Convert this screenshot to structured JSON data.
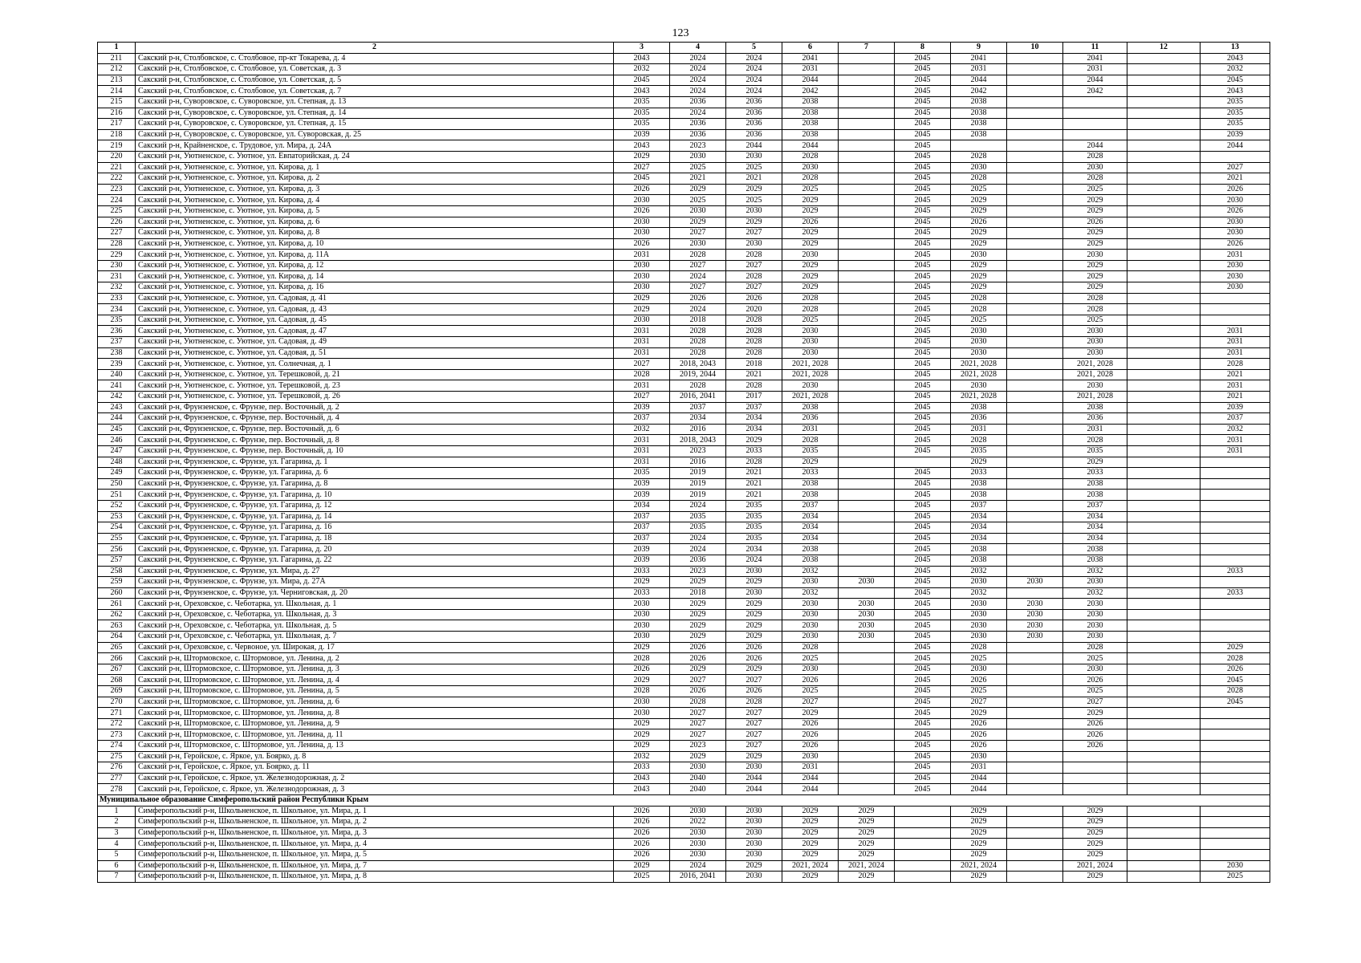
{
  "page_number": "123",
  "columns": [
    "1",
    "2",
    "3",
    "4",
    "5",
    "6",
    "7",
    "8",
    "9",
    "10",
    "11",
    "12",
    "13"
  ],
  "rows_a": [
    [
      "211",
      "Сакский р-н, Столбовское, с. Столбовое, пр-кт Токарева, д. 4",
      "2043",
      "2024",
      "2024",
      "2041",
      "",
      "2045",
      "2041",
      "",
      "2041",
      "",
      "2043"
    ],
    [
      "212",
      "Сакский р-н, Столбовское, с. Столбовое, ул. Советская, д. 3",
      "2032",
      "2024",
      "2024",
      "2031",
      "",
      "2045",
      "2031",
      "",
      "2031",
      "",
      "2032"
    ],
    [
      "213",
      "Сакский р-н, Столбовское, с. Столбовое, ул. Советская, д. 5",
      "2045",
      "2024",
      "2024",
      "2044",
      "",
      "2045",
      "2044",
      "",
      "2044",
      "",
      "2045"
    ],
    [
      "214",
      "Сакский р-н, Столбовское, с. Столбовое, ул. Советская, д. 7",
      "2043",
      "2024",
      "2024",
      "2042",
      "",
      "2045",
      "2042",
      "",
      "2042",
      "",
      "2043"
    ],
    [
      "215",
      "Сакский р-н, Суворовское, с. Суворовское, ул. Степная, д. 13",
      "2035",
      "2036",
      "2036",
      "2038",
      "",
      "2045",
      "2038",
      "",
      "",
      "",
      "2035"
    ],
    [
      "216",
      "Сакский р-н, Суворовское, с. Суворовское, ул. Степная, д. 14",
      "2035",
      "2024",
      "2036",
      "2038",
      "",
      "2045",
      "2038",
      "",
      "",
      "",
      "2035"
    ],
    [
      "217",
      "Сакский р-н, Суворовское, с. Суворовское, ул. Степная, д. 15",
      "2035",
      "2036",
      "2036",
      "2038",
      "",
      "2045",
      "2038",
      "",
      "",
      "",
      "2035"
    ],
    [
      "218",
      "Сакский р-н, Суворовское, с. Суворовское, ул. Суворовская, д. 25",
      "2039",
      "2036",
      "2036",
      "2038",
      "",
      "2045",
      "2038",
      "",
      "",
      "",
      "2039"
    ],
    [
      "219",
      "Сакский р-н, Крайненское, с. Трудовое, ул. Мира, д. 24А",
      "2043",
      "2023",
      "2044",
      "2044",
      "",
      "2045",
      "",
      "",
      "2044",
      "",
      "2044"
    ],
    [
      "220",
      "Сакский р-н, Уютненское, с. Уютное, ул. Евпаторийская, д. 24",
      "2029",
      "2030",
      "2030",
      "2028",
      "",
      "2045",
      "2028",
      "",
      "2028",
      "",
      ""
    ],
    [
      "221",
      "Сакский р-н, Уютненское, с. Уютное, ул. Кирова, д. 1",
      "2027",
      "2025",
      "2025",
      "2030",
      "",
      "2045",
      "2030",
      "",
      "2030",
      "",
      "2027"
    ],
    [
      "222",
      "Сакский р-н, Уютненское, с. Уютное, ул. Кирова, д. 2",
      "2045",
      "2021",
      "2021",
      "2028",
      "",
      "2045",
      "2028",
      "",
      "2028",
      "",
      "2021"
    ],
    [
      "223",
      "Сакский р-н, Уютненское, с. Уютное, ул. Кирова, д. 3",
      "2026",
      "2029",
      "2029",
      "2025",
      "",
      "2045",
      "2025",
      "",
      "2025",
      "",
      "2026"
    ],
    [
      "224",
      "Сакский р-н, Уютненское, с. Уютное, ул. Кирова, д. 4",
      "2030",
      "2025",
      "2025",
      "2029",
      "",
      "2045",
      "2029",
      "",
      "2029",
      "",
      "2030"
    ],
    [
      "225",
      "Сакский р-н, Уютненское, с. Уютное, ул. Кирова, д. 5",
      "2026",
      "2030",
      "2030",
      "2029",
      "",
      "2045",
      "2029",
      "",
      "2029",
      "",
      "2026"
    ],
    [
      "226",
      "Сакский р-н, Уютненское, с. Уютное, ул. Кирова, д. 6",
      "2030",
      "2029",
      "2029",
      "2026",
      "",
      "2045",
      "2026",
      "",
      "2026",
      "",
      "2030"
    ],
    [
      "227",
      "Сакский р-н, Уютненское, с. Уютное, ул. Кирова, д. 8",
      "2030",
      "2027",
      "2027",
      "2029",
      "",
      "2045",
      "2029",
      "",
      "2029",
      "",
      "2030"
    ],
    [
      "228",
      "Сакский р-н, Уютненское, с. Уютное, ул. Кирова, д. 10",
      "2026",
      "2030",
      "2030",
      "2029",
      "",
      "2045",
      "2029",
      "",
      "2029",
      "",
      "2026"
    ],
    [
      "229",
      "Сакский р-н, Уютненское, с. Уютное, ул. Кирова, д. 11А",
      "2031",
      "2028",
      "2028",
      "2030",
      "",
      "2045",
      "2030",
      "",
      "2030",
      "",
      "2031"
    ],
    [
      "230",
      "Сакский р-н, Уютненское, с. Уютное, ул. Кирова, д. 12",
      "2030",
      "2027",
      "2027",
      "2029",
      "",
      "2045",
      "2029",
      "",
      "2029",
      "",
      "2030"
    ],
    [
      "231",
      "Сакский р-н, Уютненское, с. Уютное, ул. Кирова, д. 14",
      "2030",
      "2024",
      "2028",
      "2029",
      "",
      "2045",
      "2029",
      "",
      "2029",
      "",
      "2030"
    ],
    [
      "232",
      "Сакский р-н, Уютненское, с. Уютное, ул. Кирова, д. 16",
      "2030",
      "2027",
      "2027",
      "2029",
      "",
      "2045",
      "2029",
      "",
      "2029",
      "",
      "2030"
    ],
    [
      "233",
      "Сакский р-н, Уютненское, с. Уютное, ул. Садовая, д. 41",
      "2029",
      "2026",
      "2026",
      "2028",
      "",
      "2045",
      "2028",
      "",
      "2028",
      "",
      ""
    ],
    [
      "234",
      "Сакский р-н, Уютненское, с. Уютное, ул. Садовая, д. 43",
      "2029",
      "2024",
      "2020",
      "2028",
      "",
      "2045",
      "2028",
      "",
      "2028",
      "",
      ""
    ],
    [
      "235",
      "Сакский р-н, Уютненское, с. Уютное, ул. Садовая, д. 45",
      "2030",
      "2018",
      "2028",
      "2025",
      "",
      "2045",
      "2025",
      "",
      "2025",
      "",
      ""
    ],
    [
      "236",
      "Сакский р-н, Уютненское, с. Уютное, ул. Садовая, д. 47",
      "2031",
      "2028",
      "2028",
      "2030",
      "",
      "2045",
      "2030",
      "",
      "2030",
      "",
      "2031"
    ],
    [
      "237",
      "Сакский р-н, Уютненское, с. Уютное, ул. Садовая, д. 49",
      "2031",
      "2028",
      "2028",
      "2030",
      "",
      "2045",
      "2030",
      "",
      "2030",
      "",
      "2031"
    ],
    [
      "238",
      "Сакский р-н, Уютненское, с. Уютное, ул. Садовая, д. 51",
      "2031",
      "2028",
      "2028",
      "2030",
      "",
      "2045",
      "2030",
      "",
      "2030",
      "",
      "2031"
    ],
    [
      "239",
      "Сакский р-н, Уютненское, с. Уютное, ул. Солнечная, д. 1",
      "2027",
      "2018, 2043",
      "2018",
      "2021, 2028",
      "",
      "2045",
      "2021, 2028",
      "",
      "2021, 2028",
      "",
      "2028"
    ],
    [
      "240",
      "Сакский р-н, Уютненское, с. Уютное, ул. Терешковой, д. 21",
      "2028",
      "2019, 2044",
      "2021",
      "2021, 2028",
      "",
      "2045",
      "2021, 2028",
      "",
      "2021, 2028",
      "",
      "2021"
    ],
    [
      "241",
      "Сакский р-н, Уютненское, с. Уютное, ул. Терешковой, д. 23",
      "2031",
      "2028",
      "2028",
      "2030",
      "",
      "2045",
      "2030",
      "",
      "2030",
      "",
      "2031"
    ],
    [
      "242",
      "Сакский р-н, Уютненское, с. Уютное, ул. Терешковой, д. 26",
      "2027",
      "2016, 2041",
      "2017",
      "2021, 2028",
      "",
      "2045",
      "2021, 2028",
      "",
      "2021, 2028",
      "",
      "2021"
    ],
    [
      "243",
      "Сакский р-н, Фрунзенское, с. Фрунзе, пер. Восточный, д. 2",
      "2039",
      "2037",
      "2037",
      "2038",
      "",
      "2045",
      "2038",
      "",
      "2038",
      "",
      "2039"
    ],
    [
      "244",
      "Сакский р-н, Фрунзенское, с. Фрунзе, пер. Восточный, д. 4",
      "2037",
      "2034",
      "2034",
      "2036",
      "",
      "2045",
      "2036",
      "",
      "2036",
      "",
      "2037"
    ],
    [
      "245",
      "Сакский р-н, Фрунзенское, с. Фрунзе, пер. Восточный, д. 6",
      "2032",
      "2016",
      "2034",
      "2031",
      "",
      "2045",
      "2031",
      "",
      "2031",
      "",
      "2032"
    ],
    [
      "246",
      "Сакский р-н, Фрунзенское, с. Фрунзе, пер. Восточный, д. 8",
      "2031",
      "2018, 2043",
      "2029",
      "2028",
      "",
      "2045",
      "2028",
      "",
      "2028",
      "",
      "2031"
    ],
    [
      "247",
      "Сакский р-н, Фрунзенское, с. Фрунзе, пер. Восточный, д. 10",
      "2031",
      "2023",
      "2033",
      "2035",
      "",
      "2045",
      "2035",
      "",
      "2035",
      "",
      "2031"
    ],
    [
      "248",
      "Сакский р-н, Фрунзенское, с. Фрунзе, ул. Гагарина, д. 1",
      "2031",
      "2016",
      "2028",
      "2029",
      "",
      "",
      "2029",
      "",
      "2029",
      "",
      ""
    ],
    [
      "249",
      "Сакский р-н, Фрунзенское, с. Фрунзе, ул. Гагарина, д. 6",
      "2035",
      "2019",
      "2021",
      "2033",
      "",
      "2045",
      "2033",
      "",
      "2033",
      "",
      ""
    ],
    [
      "250",
      "Сакский р-н, Фрунзенское, с. Фрунзе, ул. Гагарина, д. 8",
      "2039",
      "2019",
      "2021",
      "2038",
      "",
      "2045",
      "2038",
      "",
      "2038",
      "",
      ""
    ],
    [
      "251",
      "Сакский р-н, Фрунзенское, с. Фрунзе, ул. Гагарина, д. 10",
      "2039",
      "2019",
      "2021",
      "2038",
      "",
      "2045",
      "2038",
      "",
      "2038",
      "",
      ""
    ],
    [
      "252",
      "Сакский р-н, Фрунзенское, с. Фрунзе, ул. Гагарина, д. 12",
      "2034",
      "2024",
      "2035",
      "2037",
      "",
      "2045",
      "2037",
      "",
      "2037",
      "",
      ""
    ]
  ],
  "rows_b": [
    [
      "253",
      "Сакский р-н, Фрунзенское, с. Фрунзе, ул. Гагарина, д. 14",
      "2037",
      "2035",
      "2035",
      "2034",
      "",
      "2045",
      "2034",
      "",
      "2034",
      "",
      ""
    ],
    [
      "254",
      "Сакский р-н, Фрунзенское, с. Фрунзе, ул. Гагарина, д. 16",
      "2037",
      "2035",
      "2035",
      "2034",
      "",
      "2045",
      "2034",
      "",
      "2034",
      "",
      ""
    ],
    [
      "255",
      "Сакский р-н, Фрунзенское, с. Фрунзе, ул. Гагарина, д. 18",
      "2037",
      "2024",
      "2035",
      "2034",
      "",
      "2045",
      "2034",
      "",
      "2034",
      "",
      ""
    ],
    [
      "256",
      "Сакский р-н, Фрунзенское, с. Фрунзе, ул. Гагарина, д. 20",
      "2039",
      "2024",
      "2034",
      "2038",
      "",
      "2045",
      "2038",
      "",
      "2038",
      "",
      ""
    ],
    [
      "257",
      "Сакский р-н, Фрунзенское, с. Фрунзе, ул. Гагарина, д. 22",
      "2039",
      "2036",
      "2024",
      "2038",
      "",
      "2045",
      "2038",
      "",
      "2038",
      "",
      ""
    ],
    [
      "258",
      "Сакский р-н, Фрунзенское, с. Фрунзе, ул. Мира, д. 27",
      "2033",
      "2023",
      "2030",
      "2032",
      "",
      "2045",
      "2032",
      "",
      "2032",
      "",
      "2033"
    ],
    [
      "259",
      "Сакский р-н, Фрунзенское, с. Фрунзе, ул. Мира, д. 27А",
      "2029",
      "2029",
      "2029",
      "2030",
      "2030",
      "2045",
      "2030",
      "2030",
      "2030",
      "",
      ""
    ],
    [
      "260",
      "Сакский р-н, Фрунзенское, с. Фрунзе, ул. Черниговская, д. 20",
      "2033",
      "2018",
      "2030",
      "2032",
      "",
      "2045",
      "2032",
      "",
      "2032",
      "",
      "2033"
    ],
    [
      "261",
      "Сакский р-н, Ореховское, с. Чеботарка, ул. Школьная, д. 1",
      "2030",
      "2029",
      "2029",
      "2030",
      "2030",
      "2045",
      "2030",
      "2030",
      "2030",
      "",
      ""
    ],
    [
      "262",
      "Сакский р-н, Ореховское, с. Чеботарка, ул. Школьная, д. 3",
      "2030",
      "2029",
      "2029",
      "2030",
      "2030",
      "2045",
      "2030",
      "2030",
      "2030",
      "",
      ""
    ],
    [
      "263",
      "Сакский р-н, Ореховское, с. Чеботарка, ул. Школьная, д. 5",
      "2030",
      "2029",
      "2029",
      "2030",
      "2030",
      "2045",
      "2030",
      "2030",
      "2030",
      "",
      ""
    ],
    [
      "264",
      "Сакский р-н, Ореховское, с. Чеботарка, ул. Школьная, д. 7",
      "2030",
      "2029",
      "2029",
      "2030",
      "2030",
      "2045",
      "2030",
      "2030",
      "2030",
      "",
      ""
    ],
    [
      "265",
      "Сакский р-н, Ореховское, с. Червоное, ул. Широкая, д. 17",
      "2029",
      "2026",
      "2026",
      "2028",
      "",
      "2045",
      "2028",
      "",
      "2028",
      "",
      "2029"
    ],
    [
      "266",
      "Сакский р-н, Штормовское, с. Штормовое, ул. Ленина, д. 2",
      "2028",
      "2026",
      "2026",
      "2025",
      "",
      "2045",
      "2025",
      "",
      "2025",
      "",
      "2028"
    ],
    [
      "267",
      "Сакский р-н, Штормовское, с. Штормовое, ул. Ленина, д. 3",
      "2026",
      "2029",
      "2029",
      "2030",
      "",
      "2045",
      "2030",
      "",
      "2030",
      "",
      "2026"
    ],
    [
      "268",
      "Сакский р-н, Штормовское, с. Штормовое, ул. Ленина, д. 4",
      "2029",
      "2027",
      "2027",
      "2026",
      "",
      "2045",
      "2026",
      "",
      "2026",
      "",
      "2045"
    ],
    [
      "269",
      "Сакский р-н, Штормовское, с. Штормовое, ул. Ленина, д. 5",
      "2028",
      "2026",
      "2026",
      "2025",
      "",
      "2045",
      "2025",
      "",
      "2025",
      "",
      "2028"
    ],
    [
      "270",
      "Сакский р-н, Штормовское, с. Штормовое, ул. Ленина, д. 6",
      "2030",
      "2028",
      "2028",
      "2027",
      "",
      "2045",
      "2027",
      "",
      "2027",
      "",
      "2045"
    ],
    [
      "271",
      "Сакский р-н, Штормовское, с. Штормовое, ул. Ленина, д. 8",
      "2030",
      "2027",
      "2027",
      "2029",
      "",
      "2045",
      "2029",
      "",
      "2029",
      "",
      ""
    ],
    [
      "272",
      "Сакский р-н, Штормовское, с. Штормовое, ул. Ленина, д. 9",
      "2029",
      "2027",
      "2027",
      "2026",
      "",
      "2045",
      "2026",
      "",
      "2026",
      "",
      ""
    ],
    [
      "273",
      "Сакский р-н, Штормовское, с. Штормовое, ул. Ленина, д. 11",
      "2029",
      "2027",
      "2027",
      "2026",
      "",
      "2045",
      "2026",
      "",
      "2026",
      "",
      ""
    ],
    [
      "274",
      "Сакский р-н, Штормовское, с. Штормовое, ул. Ленина, д. 13",
      "2029",
      "2023",
      "2027",
      "2026",
      "",
      "2045",
      "2026",
      "",
      "2026",
      "",
      ""
    ],
    [
      "275",
      "Сакский р-н, Геройское, с. Яркое, ул. Боярко, д. 8",
      "2032",
      "2029",
      "2029",
      "2030",
      "",
      "2045",
      "2030",
      "",
      "",
      "",
      ""
    ],
    [
      "276",
      "Сакский р-н, Геройское, с. Яркое, ул. Боярко, д. 11",
      "2033",
      "2030",
      "2030",
      "2031",
      "",
      "2045",
      "2031",
      "",
      "",
      "",
      ""
    ],
    [
      "277",
      "Сакский р-н, Геройское, с. Яркое, ул. Железнодорожная, д. 2",
      "2043",
      "2040",
      "2044",
      "2044",
      "",
      "2045",
      "2044",
      "",
      "",
      "",
      ""
    ],
    [
      "278",
      "Сакский р-н, Геройское, с. Яркое, ул. Железнодорожная, д. 3",
      "2043",
      "2040",
      "2044",
      "2044",
      "",
      "2045",
      "2044",
      "",
      "",
      "",
      ""
    ]
  ],
  "section_title": "Муниципальное образование Симферопольский район Республики Крым",
  "rows_c": [
    [
      "1",
      "Симферопольский р-н, Школьненское, п. Школьное, ул. Мира, д. 1",
      "2026",
      "2030",
      "2030",
      "2029",
      "2029",
      "",
      "2029",
      "",
      "2029",
      "",
      ""
    ],
    [
      "2",
      "Симферопольский р-н, Школьненское, п. Школьное, ул. Мира, д. 2",
      "2026",
      "2022",
      "2030",
      "2029",
      "2029",
      "",
      "2029",
      "",
      "2029",
      "",
      ""
    ],
    [
      "3",
      "Симферопольский р-н, Школьненское, п. Школьное, ул. Мира, д. 3",
      "2026",
      "2030",
      "2030",
      "2029",
      "2029",
      "",
      "2029",
      "",
      "2029",
      "",
      ""
    ],
    [
      "4",
      "Симферопольский р-н, Школьненское, п. Школьное, ул. Мира, д. 4",
      "2026",
      "2030",
      "2030",
      "2029",
      "2029",
      "",
      "2029",
      "",
      "2029",
      "",
      ""
    ],
    [
      "5",
      "Симферопольский р-н, Школьненское, п. Школьное, ул. Мира, д. 5",
      "2026",
      "2030",
      "2030",
      "2029",
      "2029",
      "",
      "2029",
      "",
      "2029",
      "",
      ""
    ],
    [
      "6",
      "Симферопольский р-н, Школьненское, п. Школьное, ул. Мира, д. 7",
      "2029",
      "2024",
      "2029",
      "2021, 2024",
      "2021, 2024",
      "",
      "2021, 2024",
      "",
      "2021, 2024",
      "",
      "2030"
    ],
    [
      "7",
      "Симферопольский р-н, Школьненское, п. Школьное, ул. Мира, д. 8",
      "2025",
      "2016, 2041",
      "2030",
      "2029",
      "2029",
      "",
      "2029",
      "",
      "2029",
      "",
      "2025"
    ]
  ]
}
